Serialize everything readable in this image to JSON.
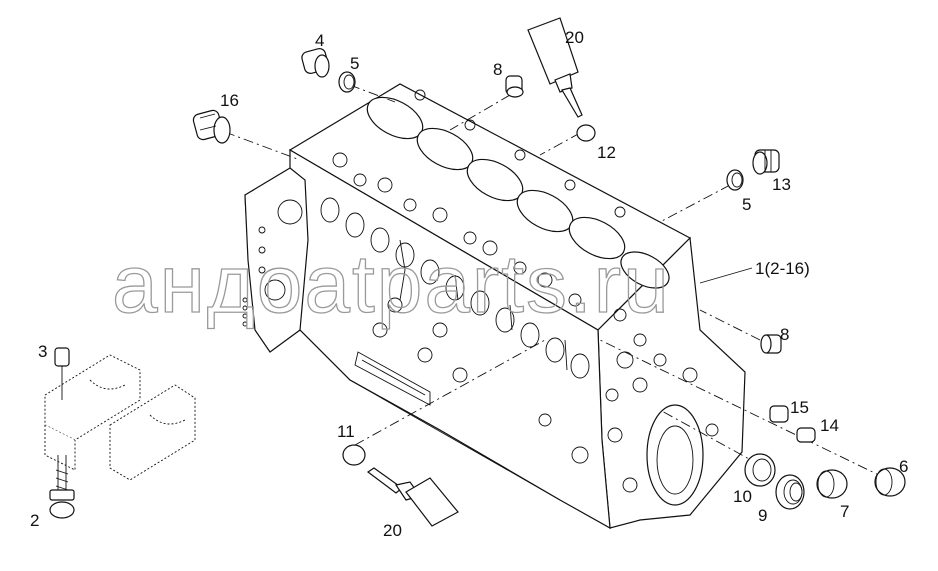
{
  "watermark": "aндoatparts.ru",
  "corner_mark": "",
  "callouts": [
    {
      "id": "c4",
      "text": "4"
    },
    {
      "id": "c5a",
      "text": "5"
    },
    {
      "id": "c16",
      "text": "16"
    },
    {
      "id": "c20a",
      "text": "20"
    },
    {
      "id": "c8a",
      "text": "8"
    },
    {
      "id": "c12",
      "text": "12"
    },
    {
      "id": "c13",
      "text": "13"
    },
    {
      "id": "c5b",
      "text": "5"
    },
    {
      "id": "c1",
      "text": "1(2-16)"
    },
    {
      "id": "c8b",
      "text": "8"
    },
    {
      "id": "c3",
      "text": "3"
    },
    {
      "id": "c2",
      "text": "2"
    },
    {
      "id": "c11",
      "text": "11"
    },
    {
      "id": "c20b",
      "text": "20"
    },
    {
      "id": "c15",
      "text": "15"
    },
    {
      "id": "c14",
      "text": "14"
    },
    {
      "id": "c6",
      "text": "6"
    },
    {
      "id": "c10",
      "text": "10"
    },
    {
      "id": "c9",
      "text": "9"
    },
    {
      "id": "c7",
      "text": "7"
    }
  ]
}
